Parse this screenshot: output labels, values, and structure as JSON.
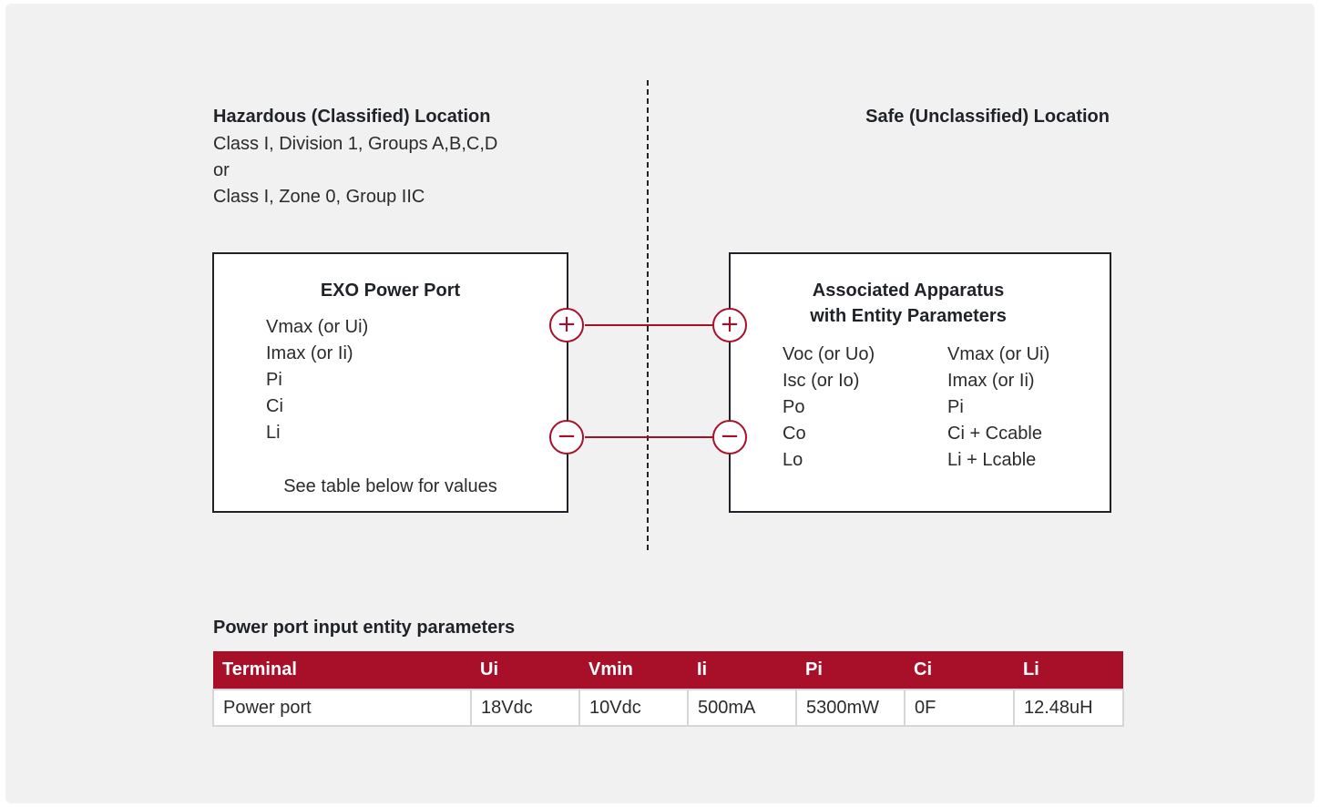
{
  "hazardous": {
    "title": "Hazardous (Classified) Location",
    "lines": [
      "Class I, Division 1, Groups A,B,C,D",
      "or",
      "Class I, Zone 0, Group IIC"
    ]
  },
  "safe": {
    "title": "Safe (Unclassified) Location"
  },
  "exo_box": {
    "title": "EXO Power Port",
    "params": [
      "Vmax (or Ui)",
      "Imax (or Ii)",
      "Pi",
      "Ci",
      "Li"
    ],
    "note": "See table below for values"
  },
  "assoc_box": {
    "title_line1": "Associated Apparatus",
    "title_line2": "with Entity Parameters",
    "left_params": [
      "Voc (or Uo)",
      "Isc (or Io)",
      "Po",
      "Co",
      "Lo"
    ],
    "right_params": [
      "Vmax (or Ui)",
      "Imax (or Ii)",
      "Pi",
      "Ci + Ccable",
      "Li + Lcable"
    ]
  },
  "terminals": {
    "plus": "+",
    "minus": "−"
  },
  "colors": {
    "accent": "#a8102a",
    "panel_bg": "#f1f1f1"
  },
  "table": {
    "title": "Power port input entity parameters",
    "headers": [
      "Terminal",
      "Ui",
      "Vmin",
      "Ii",
      "Pi",
      "Ci",
      "Li"
    ],
    "rows": [
      [
        "Power port",
        "18Vdc",
        "10Vdc",
        "500mA",
        "5300mW",
        "0F",
        "12.48uH"
      ]
    ]
  }
}
